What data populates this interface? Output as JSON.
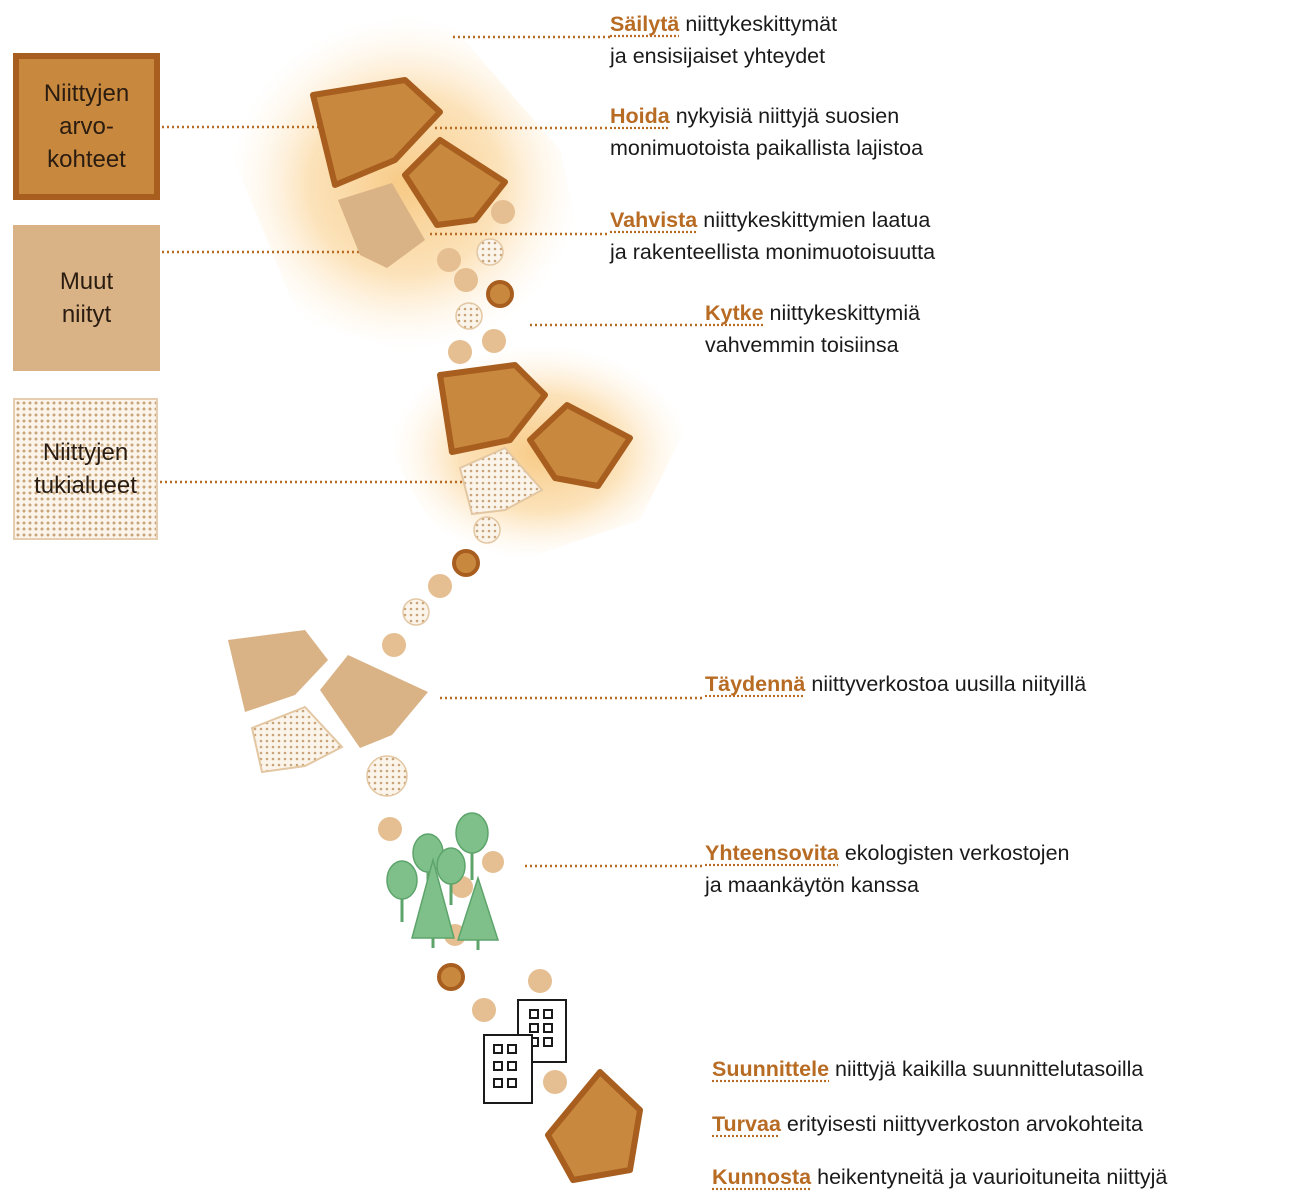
{
  "legend": [
    {
      "id": "value",
      "label": "Niittyjen\narvo-\nkohteet"
    },
    {
      "id": "other",
      "label": "Muut\nniityt"
    },
    {
      "id": "support",
      "label": "Niittyjen\ntukialueet"
    }
  ],
  "actions": [
    {
      "verb": "Säilytä",
      "rest": "niittykeskittymät",
      "line2": "ja ensisijaiset yhteydet"
    },
    {
      "verb": "Hoida",
      "rest": "nykyisiä niittyjä suosien",
      "line2": "monimuotoista paikallista lajistoa"
    },
    {
      "verb": "Vahvista",
      "rest": "niittykeskittymien laatua",
      "line2": "ja rakenteellista monimuotoisuutta"
    },
    {
      "verb": "Kytke",
      "rest": "niittykeskittymiä",
      "line2": "vahvemmin toisiinsa"
    },
    {
      "verb": "Täydennä",
      "rest": "niittyverkostoa uusilla niityillä",
      "line2": ""
    },
    {
      "verb": "Yhteensovita",
      "rest": "ekologisten verkostojen",
      "line2": "ja maankäytön kanssa"
    },
    {
      "verb": "Suunnittele",
      "rest": "niittyjä kaikilla suunnittelutasoilla",
      "line2": ""
    },
    {
      "verb": "Turvaa",
      "rest": "erityisesti niittyverkoston arvokohteita",
      "line2": ""
    },
    {
      "verb": "Kunnosta",
      "rest": "heikentyneitä ja vaurioituneita niittyjä",
      "line2": ""
    }
  ],
  "colors": {
    "value_fill": "#c8893f",
    "value_border": "#a85e1f",
    "other_fill": "#d9b285",
    "support_dots": "#c9a57b",
    "glow": "#f7c77f",
    "verb_text": "#b86b22",
    "leader_line": "#b86b22",
    "tree_green": "#7fc08a",
    "building_line": "#1a1a1a"
  }
}
